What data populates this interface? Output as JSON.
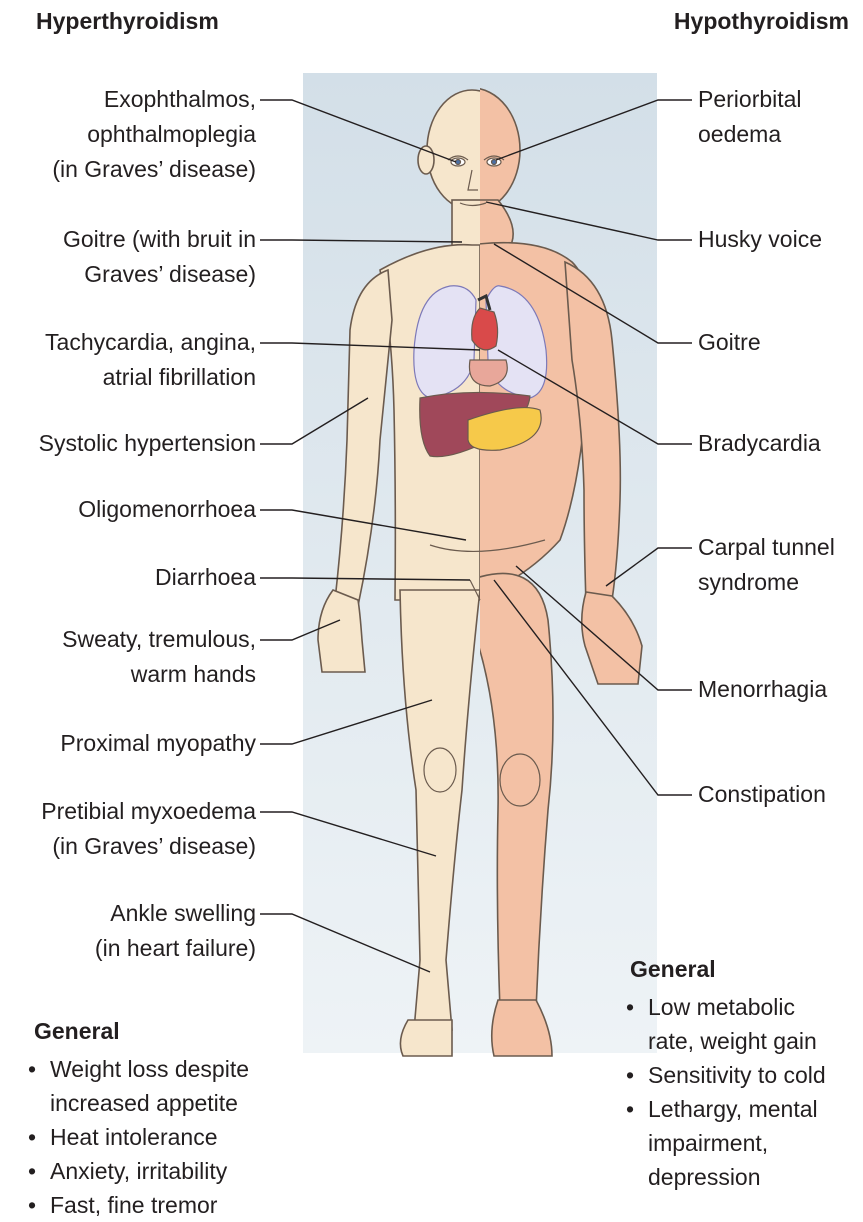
{
  "header": {
    "left_title": "Hyperthyroidism",
    "right_title": "Hypothyroidism"
  },
  "left_labels": [
    {
      "lines": [
        "Exophthalmos,",
        "ophthalmoplegia",
        "(in Graves’ disease)"
      ]
    },
    {
      "lines": [
        "Goitre (with bruit in",
        "Graves’ disease)"
      ]
    },
    {
      "lines": [
        "Tachycardia, angina,",
        "atrial fibrillation"
      ]
    },
    {
      "lines": [
        "Systolic hypertension"
      ]
    },
    {
      "lines": [
        "Oligomenorrhoea"
      ]
    },
    {
      "lines": [
        "Diarrhoea"
      ]
    },
    {
      "lines": [
        "Sweaty, tremulous,",
        "warm hands"
      ]
    },
    {
      "lines": [
        "Proximal myopathy"
      ]
    },
    {
      "lines": [
        "Pretibial myxoedema",
        "(in Graves’ disease)"
      ]
    },
    {
      "lines": [
        "Ankle swelling",
        "(in heart failure)"
      ]
    }
  ],
  "right_labels": [
    {
      "lines": [
        "Periorbital",
        "oedema"
      ]
    },
    {
      "lines": [
        "Husky voice"
      ]
    },
    {
      "lines": [
        "Goitre"
      ]
    },
    {
      "lines": [
        "Bradycardia"
      ]
    },
    {
      "lines": [
        "Carpal tunnel",
        "syndrome"
      ]
    },
    {
      "lines": [
        "Menorrhagia"
      ]
    },
    {
      "lines": [
        "Constipation"
      ]
    }
  ],
  "general_left": {
    "heading": "General",
    "items": [
      "Weight loss despite",
      "increased appetite",
      "Heat intolerance",
      "Anxiety, irritability",
      "Fast, fine tremor"
    ]
  },
  "general_right": {
    "heading": "General",
    "items": [
      "Low metabolic",
      "rate, weight gain",
      "Sensitivity to cold",
      "Lethargy, mental",
      "impairment,",
      "depression"
    ]
  },
  "colors": {
    "panel": "#d9e4ec",
    "skin_hyper": "#f6e6cc",
    "skin_hypo": "#f3c1a5",
    "outline": "#6b5b4e",
    "lung": "#e4e2f4",
    "liver": "#a0485a",
    "heart": "#d94a4a",
    "pancreas": "#f6c94a",
    "leader": "#231f20"
  }
}
